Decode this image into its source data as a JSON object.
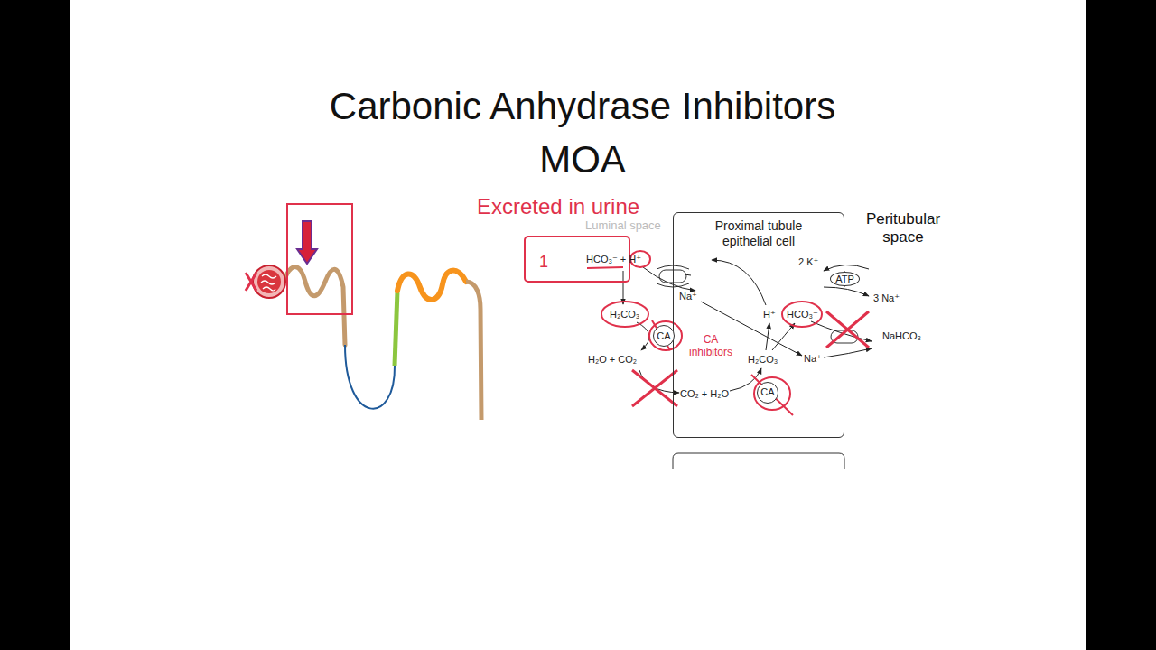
{
  "diagram": {
    "title": "Carbonic Anhydrase Inhibitors MOA",
    "nodes": [
      {
        "text": [
          "Proximal tubule epithelial cell"
        ]
      },
      {
        "text": [
          "CA"
        ]
      },
      {
        "text": [
          "CA"
        ],
        "in": 0
      },
      {
        "text": [
          "ATP"
        ]
      }
    ],
    "labels": [
      "Excreted in urine",
      "Luminal space",
      "Peritubular space",
      "1",
      "HCO₃⁻ + H⁺",
      "Na⁺",
      "H₂CO₃",
      "CA inhibitors",
      "H₂O + CO₂",
      "CO₂ + H₂O",
      "H₂CO₃",
      "H⁺",
      "HCO₃⁻",
      "Na⁺",
      "2 K⁺",
      "3 Na⁺",
      "NaHCO₃"
    ]
  }
}
